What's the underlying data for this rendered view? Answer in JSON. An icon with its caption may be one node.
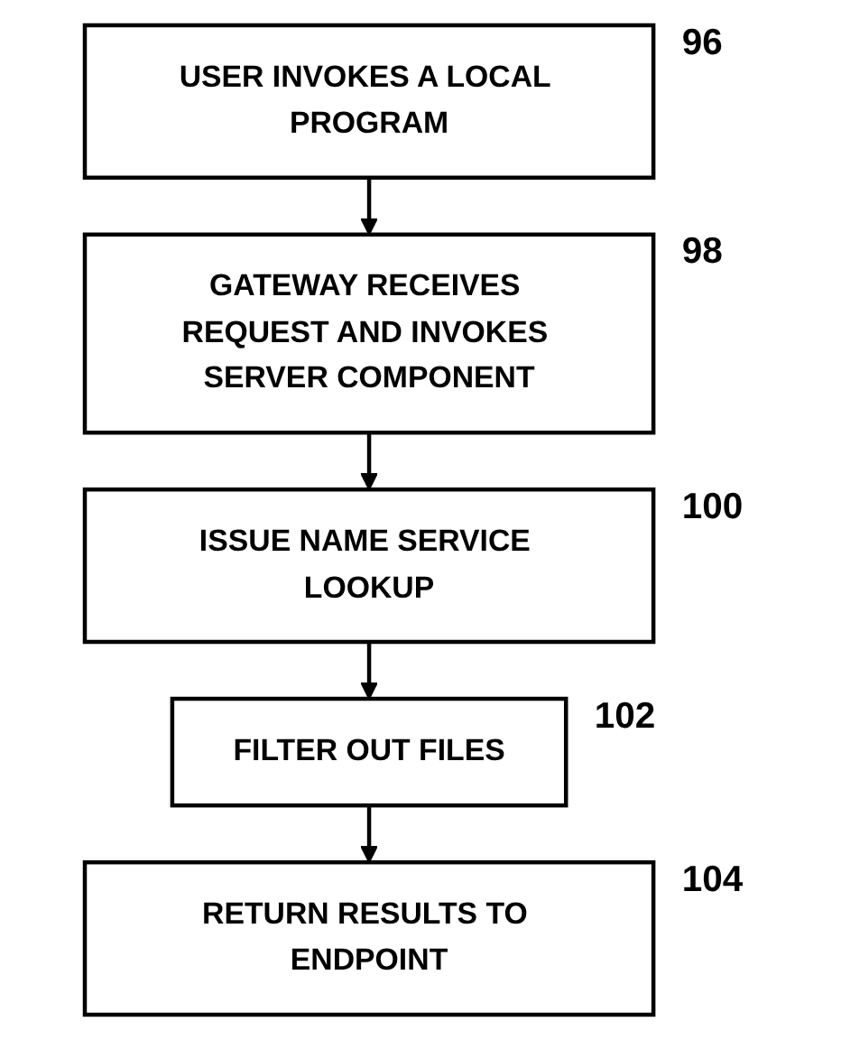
{
  "diagram": {
    "nodes": [
      {
        "text": [
          "USER INVOKES A LOCAL PROGRAM"
        ],
        "beside": [
          "96"
        ]
      },
      {
        "text": [
          "GATEWAY RECEIVES REQUEST AND INVOKES SERVER COMPONENT"
        ],
        "beside": [
          "98"
        ]
      },
      {
        "text": [
          "ISSUE NAME SERVICE LOOKUP"
        ],
        "beside": [
          "100"
        ]
      },
      {
        "text": [
          "FILTER OUT FILES"
        ],
        "beside": [
          "102"
        ]
      },
      {
        "text": [
          "RETURN RESULTS TO ENDPOINT"
        ],
        "beside": [
          "104"
        ]
      }
    ],
    "edges": [
      {
        "from": 0,
        "to": 1,
        "arrow": "to"
      },
      {
        "from": 1,
        "to": 2,
        "arrow": "to"
      },
      {
        "from": 2,
        "to": 3,
        "arrow": "to"
      },
      {
        "from": 3,
        "to": 4,
        "arrow": "to"
      }
    ]
  }
}
